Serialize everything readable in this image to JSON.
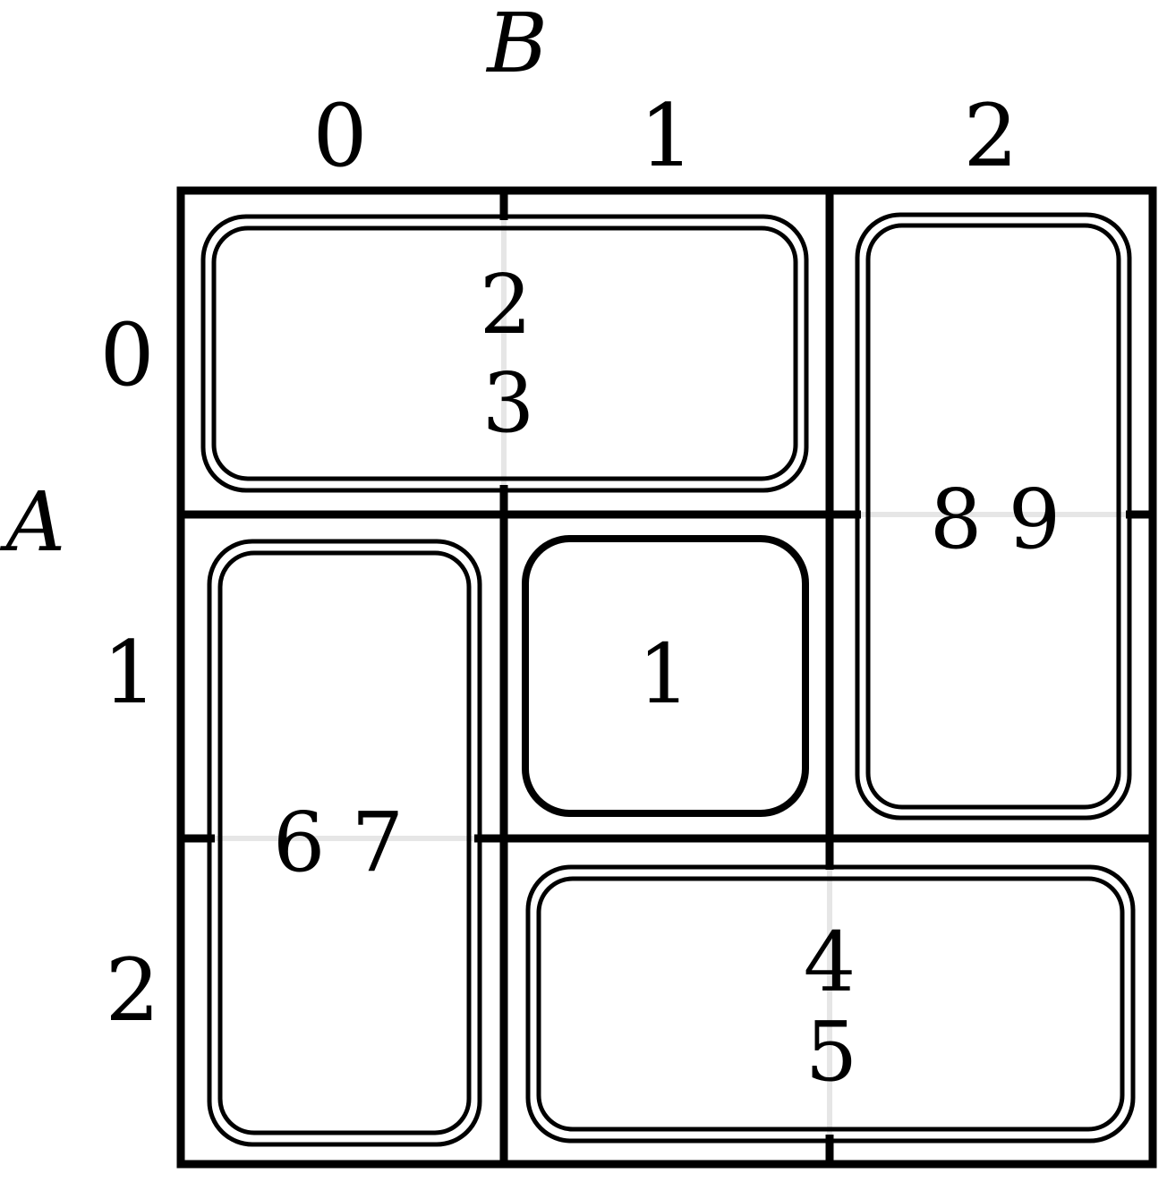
{
  "diagram": {
    "axis_top": "B",
    "axis_left": "A",
    "column_labels": [
      "0",
      "1",
      "2"
    ],
    "row_labels": [
      "0",
      "1",
      "2"
    ],
    "blocks": [
      {
        "id": "block-top",
        "lines": [
          "2",
          "3"
        ]
      },
      {
        "id": "block-right",
        "lines": [
          "8 9"
        ]
      },
      {
        "id": "block-left",
        "lines": [
          "6 7"
        ]
      },
      {
        "id": "block-center",
        "lines": [
          "1"
        ]
      },
      {
        "id": "block-bottom",
        "lines": [
          "4",
          "5"
        ]
      }
    ],
    "colors": {
      "stroke": "#000000",
      "background": "#ffffff",
      "faint_line": "#e6e6e6"
    }
  }
}
